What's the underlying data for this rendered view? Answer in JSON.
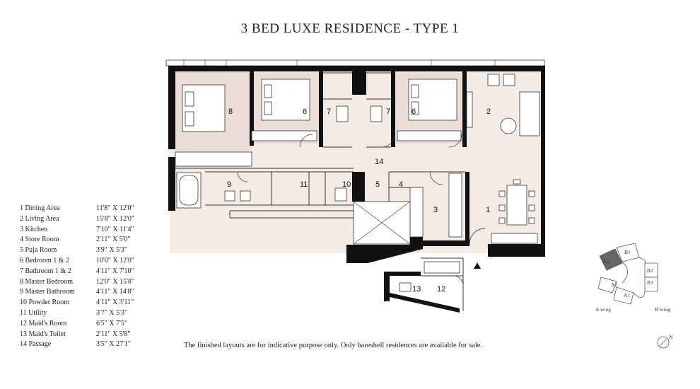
{
  "title": "3 BED LUXE RESIDENCE - TYPE 1",
  "rooms": [
    {
      "num": "1",
      "name": "1 Dining Area",
      "dim": "11'8\" X 12'0\""
    },
    {
      "num": "2",
      "name": "2 Living Area",
      "dim": "15'8\" X 12'0\""
    },
    {
      "num": "3",
      "name": "3 Kitchen",
      "dim": "7'10\" X 11'4\""
    },
    {
      "num": "4",
      "name": "4 Store Room",
      "dim": "2'11\" X 5'0\""
    },
    {
      "num": "5",
      "name": "5 Puja Room",
      "dim": "3'9\" X 5'3\""
    },
    {
      "num": "6",
      "name": "6 Bedroom 1 & 2",
      "dim": "10'0\" X 12'0\""
    },
    {
      "num": "7",
      "name": "7 Bathroom 1 & 2",
      "dim": "4'11\" X 7'10\""
    },
    {
      "num": "8",
      "name": "8 Master Bedroom",
      "dim": "12'0\" X 15'8\""
    },
    {
      "num": "9",
      "name": "9 Master Bathroom",
      "dim": "4'11\" X 14'8\""
    },
    {
      "num": "10",
      "name": "10 Powder Room",
      "dim": "4'11\" X 3'11\""
    },
    {
      "num": "11",
      "name": "11 Utility",
      "dim": "3'7\" X 5'3\""
    },
    {
      "num": "12",
      "name": "12 Maid's Room",
      "dim": "6'5\" X 7'5\""
    },
    {
      "num": "13",
      "name": "13 Maid's Toilet",
      "dim": "2'11\" X 5'8\""
    },
    {
      "num": "14",
      "name": "14 Passage",
      "dim": "3'5\" X 27'1\""
    }
  ],
  "plan_labels": [
    "8",
    "6",
    "7",
    "7",
    "6",
    "2",
    "14",
    "9",
    "11",
    "10",
    "5",
    "4",
    "3",
    "1",
    "13",
    "12"
  ],
  "key_plan": {
    "labels": [
      "A3",
      "B1",
      "B2",
      "B3",
      "A2",
      "A1"
    ],
    "wing_a": "A wing",
    "wing_b": "B wing",
    "north": "N",
    "highlight_color": "#666666"
  },
  "colors": {
    "wall": "#111111",
    "floor_tint": "#f4ece4",
    "master_tint": "#ecddd6"
  },
  "disclaimer": "The finished layouts are for indicative purpose only. Only bareshell residences are available for sale."
}
